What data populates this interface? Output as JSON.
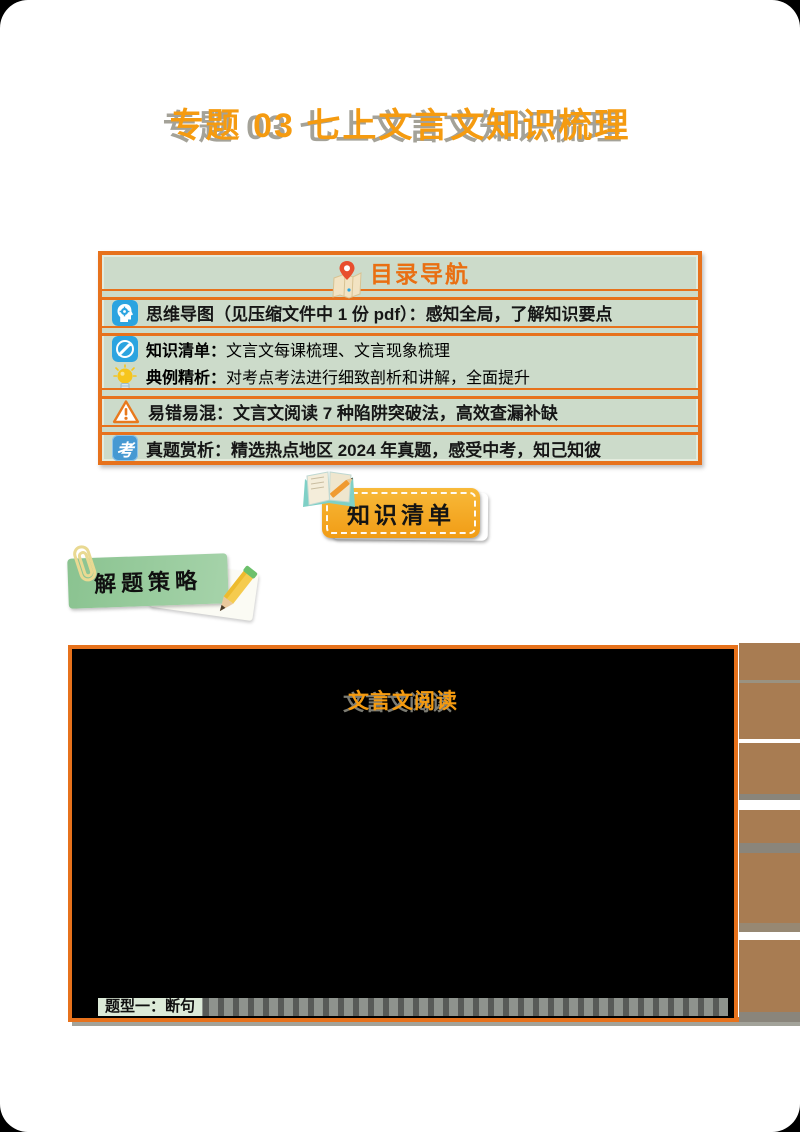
{
  "page": {
    "title": "专题 03 七上文言文知识梳理"
  },
  "toc": {
    "header": "目录导航",
    "rows": [
      {
        "icon": "mind-map-icon",
        "label": "思维导图（见压缩文件中 1 份 pdf）：",
        "desc": "感知全局，了解知识要点"
      },
      {
        "icon": "pen-icon",
        "label": "知识清单：",
        "desc": "文言文每课梳理、文言现象梳理"
      },
      {
        "icon": "lightbulb-icon",
        "label": "典例精析：",
        "desc": "对考点考法进行细致剖析和讲解，全面提升"
      },
      {
        "icon": "warning-icon",
        "label": "易错易混：",
        "desc": "文言文阅读 7 种陷阱突破法，高效查漏补缺"
      },
      {
        "icon": "exam-icon",
        "label": "真题赏析：",
        "desc": "精选热点地区 2024 年真题，感受中考，知己知彼"
      }
    ]
  },
  "knowledge_button": {
    "label": "知识清单"
  },
  "strategy_label": {
    "label": "解题策略"
  },
  "reading_box": {
    "title": "文言文阅读",
    "question_type": "题型一：断句"
  },
  "icons": {
    "exam_char": "考"
  },
  "colors": {
    "accent_orange": "#E7721C",
    "title_orange": "#F59B10",
    "toc_green": "#CCDBCA",
    "button_orange": "#F2A21C",
    "label_green": "#94C999",
    "tab_brown": "#A87C52",
    "icon_blue": "#2BA4E0",
    "exam_blue": "#4699D2",
    "box_background": "#000000"
  }
}
